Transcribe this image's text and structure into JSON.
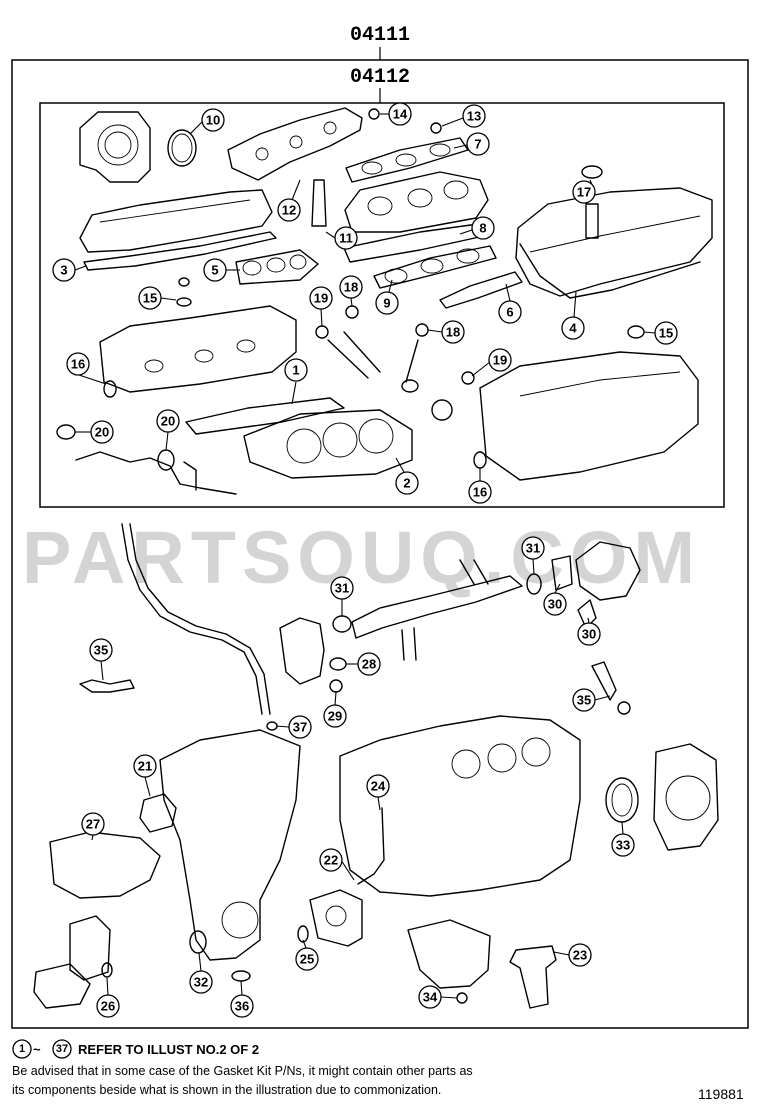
{
  "assembly": {
    "outer_code": "04111",
    "inner_code": "04112"
  },
  "watermark": "PARTSOUQ.COM",
  "callouts": {
    "c1": "1",
    "c2": "2",
    "c3": "3",
    "c4": "4",
    "c5": "5",
    "c6": "6",
    "c7": "7",
    "c8": "8",
    "c9": "9",
    "c10": "10",
    "c11": "11",
    "c12": "12",
    "c13": "13",
    "c14": "14",
    "c15a": "15",
    "c15b": "15",
    "c16a": "16",
    "c16b": "16",
    "c17": "17",
    "c18a": "18",
    "c18b": "18",
    "c19a": "19",
    "c19b": "19",
    "c20a": "20",
    "c20b": "20",
    "c21": "21",
    "c22": "22",
    "c23": "23",
    "c24": "24",
    "c25": "25",
    "c26": "26",
    "c27": "27",
    "c28": "28",
    "c29": "29",
    "c30a": "30",
    "c30b": "30",
    "c31a": "31",
    "c31b": "31",
    "c32": "32",
    "c33": "33",
    "c34": "34",
    "c35a": "35",
    "c35b": "35",
    "c36": "36",
    "c37": "37"
  },
  "footer": {
    "range_start": "1",
    "range_sep": "~",
    "range_end": "37",
    "refer_text": "REFER TO ILLUST NO.2 OF 2",
    "advice_line1": "Be advised that in some case of the Gasket Kit P/Ns,  it might contain other parts as",
    "advice_line2": "its components beside what is shown in the illustration due to commonization.",
    "illustration_number": "119881"
  }
}
